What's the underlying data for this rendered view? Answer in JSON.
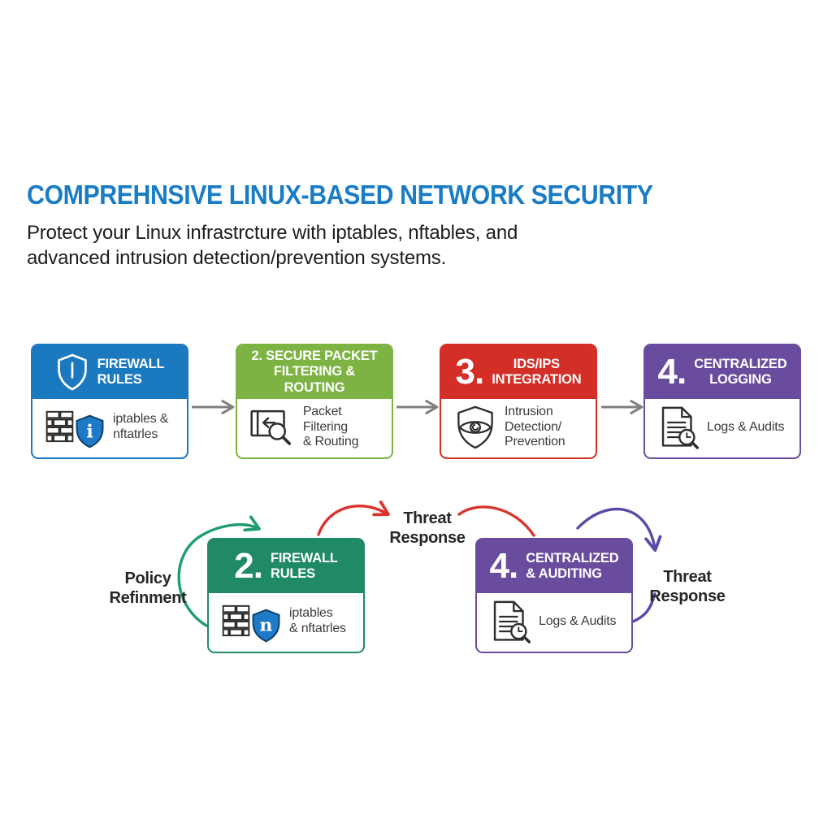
{
  "header": {
    "title": "COMPREHNSIVE LINUX-BASED NETWORK SECURITY",
    "title_color": "#1a7cc4",
    "subtitle_lines": [
      "Protect your Linux infrastrcture with iptables, nftables, and",
      "advanced intrusion detection/prevention systems."
    ]
  },
  "top_row": {
    "connector_arrow_color": "#7f7f7f",
    "cards": [
      {
        "accent": "#1b79c0",
        "header_icon": "shield-outline-icon",
        "number": "",
        "title_lines": [
          "FIREWALL",
          "RULES"
        ],
        "body_icons": [
          "brick-wall-icon",
          "shield-info-icon"
        ],
        "shield_letter": "i",
        "body_lines": [
          "iptables &",
          "nftatrles"
        ]
      },
      {
        "accent": "#7cb342",
        "number": "",
        "title_lines": [
          "2. SECURE PACKET",
          "FILTERING & ROUTING"
        ],
        "body_icons": [
          "packet-inspect-icon"
        ],
        "body_lines": [
          "Packet Filtering",
          "& Routing"
        ]
      },
      {
        "accent": "#d32f27",
        "number": "3.",
        "title_lines": [
          "IDS/IPS",
          "INTEGRATION"
        ],
        "body_icons": [
          "shield-eye-icon"
        ],
        "body_lines": [
          "Intrusion",
          "Detection/",
          "Prevention"
        ]
      },
      {
        "accent": "#6a4c9f",
        "number": "4.",
        "title_lines": [
          "CENTRALIZED",
          "LOGGING"
        ],
        "body_icons": [
          "document-audit-icon"
        ],
        "body_lines": [
          "Logs & Audits"
        ]
      }
    ]
  },
  "bottom_row": {
    "cards": [
      {
        "accent": "#1f8a64",
        "number": "2.",
        "title_lines": [
          "FIREWALL",
          "RULES"
        ],
        "body_icons": [
          "brick-wall-icon",
          "shield-info-icon"
        ],
        "shield_letter": "n",
        "body_lines": [
          "iptables",
          "& nftatrles"
        ]
      },
      {
        "accent": "#6a4c9f",
        "number": "4.",
        "title_lines": [
          "CENTRALIZED",
          "& AUDITING"
        ],
        "body_icons": [
          "document-audit-icon"
        ],
        "body_lines": [
          "Logs & Audits"
        ]
      }
    ],
    "labels": {
      "policy": {
        "lines": [
          "Policy",
          "Refinment"
        ]
      },
      "threat1": {
        "lines": [
          "Threat",
          "Response"
        ]
      },
      "threat2": {
        "lines": [
          "Threat",
          "Response"
        ]
      }
    },
    "arrows": {
      "policy_color": "#1f9d6d",
      "threat_color": "#d9342e",
      "response_color": "#5d48a8"
    }
  },
  "icon_colors": {
    "outline": "#2e2e2e",
    "shield_fill": "#1e7ac6",
    "shield_stroke": "#10406b"
  }
}
